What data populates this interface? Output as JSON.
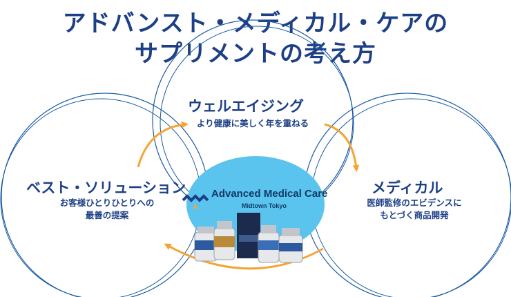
{
  "title_line1": "アドバンスト・メディカル・ケアの",
  "title_line2": "サプリメントの考え方",
  "nodes": {
    "top": {
      "title": "ウェルエイジング",
      "subtitle": "より健康に美しく年を重ねる"
    },
    "left": {
      "title": "ベスト・ソリューション",
      "subtitle": "お客様ひとりひとりへの\n最善の提案"
    },
    "right": {
      "title": "メディカル",
      "subtitle": "医師監修のエビデンスに\nもとづく商品開発"
    }
  },
  "brand": {
    "name": "Advanced Medical Care",
    "sub": "Midtown Tokyo"
  },
  "colors": {
    "title": "#1d3f86",
    "ring": "#1a5aa3",
    "arrow": "#f4a431",
    "center": "#5bc4ee"
  },
  "icons": [
    "amc-logo-icon",
    "supplement-bottles-icon"
  ]
}
